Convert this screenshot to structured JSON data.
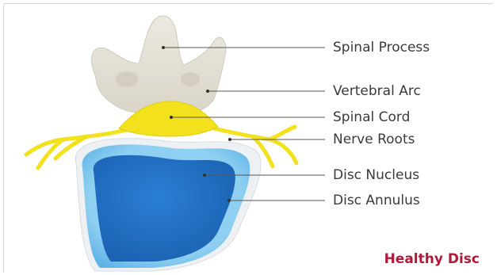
{
  "diagram": {
    "labels": [
      {
        "id": "spinal-process",
        "text": "Spinal Process"
      },
      {
        "id": "vertebral-arc",
        "text": "Vertebral Arc"
      },
      {
        "id": "spinal-cord",
        "text": "Spinal Cord"
      },
      {
        "id": "nerve-roots",
        "text": "Nerve Roots"
      },
      {
        "id": "disc-nucleus",
        "text": "Disc Nucleus"
      },
      {
        "id": "disc-annulus",
        "text": "Disc Annulus"
      }
    ],
    "caption": "Healthy Disc",
    "colors": {
      "bone": "#e9e6dc",
      "cord": "#f2e11c",
      "nucleus": "#1f6fc4",
      "annulus": "#7fc6ee",
      "caption": "#b0193a",
      "leader": "#555555"
    }
  }
}
